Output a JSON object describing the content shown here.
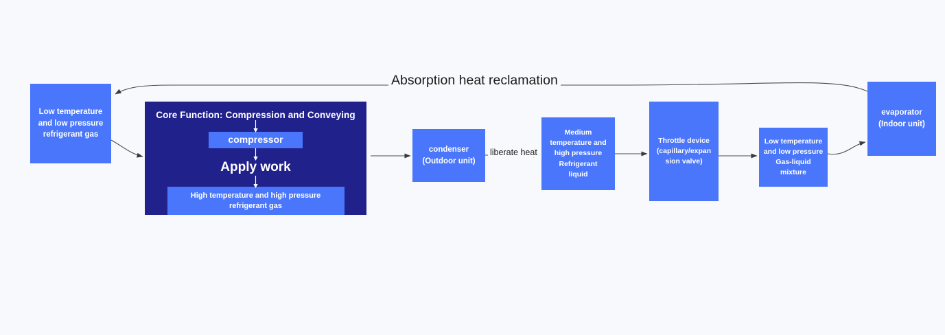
{
  "diagram": {
    "title_label": "Absorption heat reclamation",
    "background_color": "#f8f9fc",
    "node_color": "#4a76fb",
    "group_color": "#21218c",
    "edge_color": "#444444",
    "text_color": "#ffffff"
  },
  "nodes": {
    "lowtemp_gas": {
      "lines": [
        "Low temperature",
        "and low pressure",
        "refrigerant gas"
      ]
    },
    "compressor_group": {
      "title": "Core Function: Compression and Conveying",
      "compressor_label": "compressor",
      "apply_work_label": "Apply work",
      "output_label": "High temperature and high pressure refrigerant gas"
    },
    "condenser": {
      "lines": [
        "condenser",
        "(Outdoor unit)"
      ]
    },
    "medium_liquid": {
      "lines": [
        "Medium",
        "temperature and",
        "high pressure",
        "Refrigerant",
        "liquid"
      ]
    },
    "throttle": {
      "lines": [
        "Throttle device",
        "(capillary/expan",
        "sion valve)"
      ]
    },
    "gasliquid_mixture": {
      "lines": [
        "Low temperature",
        "and low pressure",
        "Gas-liquid",
        "mixture"
      ]
    },
    "evaporator": {
      "lines": [
        "evaporator",
        "(Indoor unit)"
      ]
    }
  },
  "edges": {
    "absorption_heat_reclamation": "Absorption heat reclamation",
    "liberate_heat": "liberate heat"
  }
}
